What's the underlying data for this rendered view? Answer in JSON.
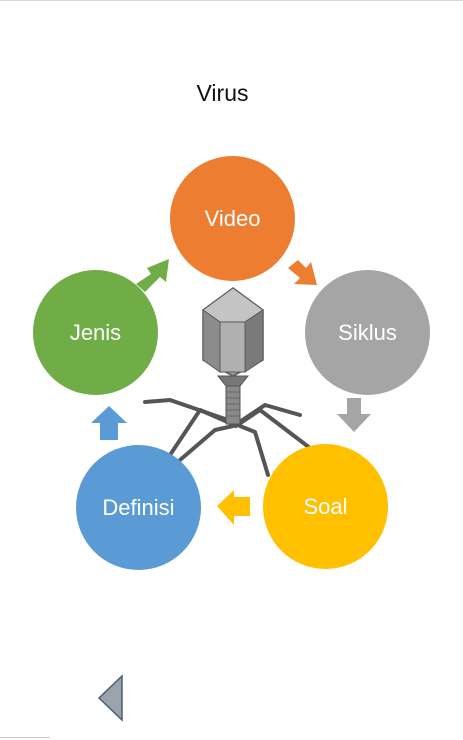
{
  "title": "Virus",
  "nodes": {
    "video": {
      "label": "Video",
      "color": "#ED7D31"
    },
    "siklus": {
      "label": "Siklus",
      "color": "#A5A5A5"
    },
    "soal": {
      "label": "Soal",
      "color": "#FFC000"
    },
    "definisi": {
      "label": "Definisi",
      "color": "#5B9BD5"
    },
    "jenis": {
      "label": "Jenis",
      "color": "#70AD47"
    }
  },
  "cycle_order": [
    "Video",
    "Siklus",
    "Soal",
    "Definisi",
    "Jenis"
  ],
  "center_image": "bacteriophage-virus-illustration",
  "navigation": {
    "back_icon": "triangle-left-icon"
  }
}
